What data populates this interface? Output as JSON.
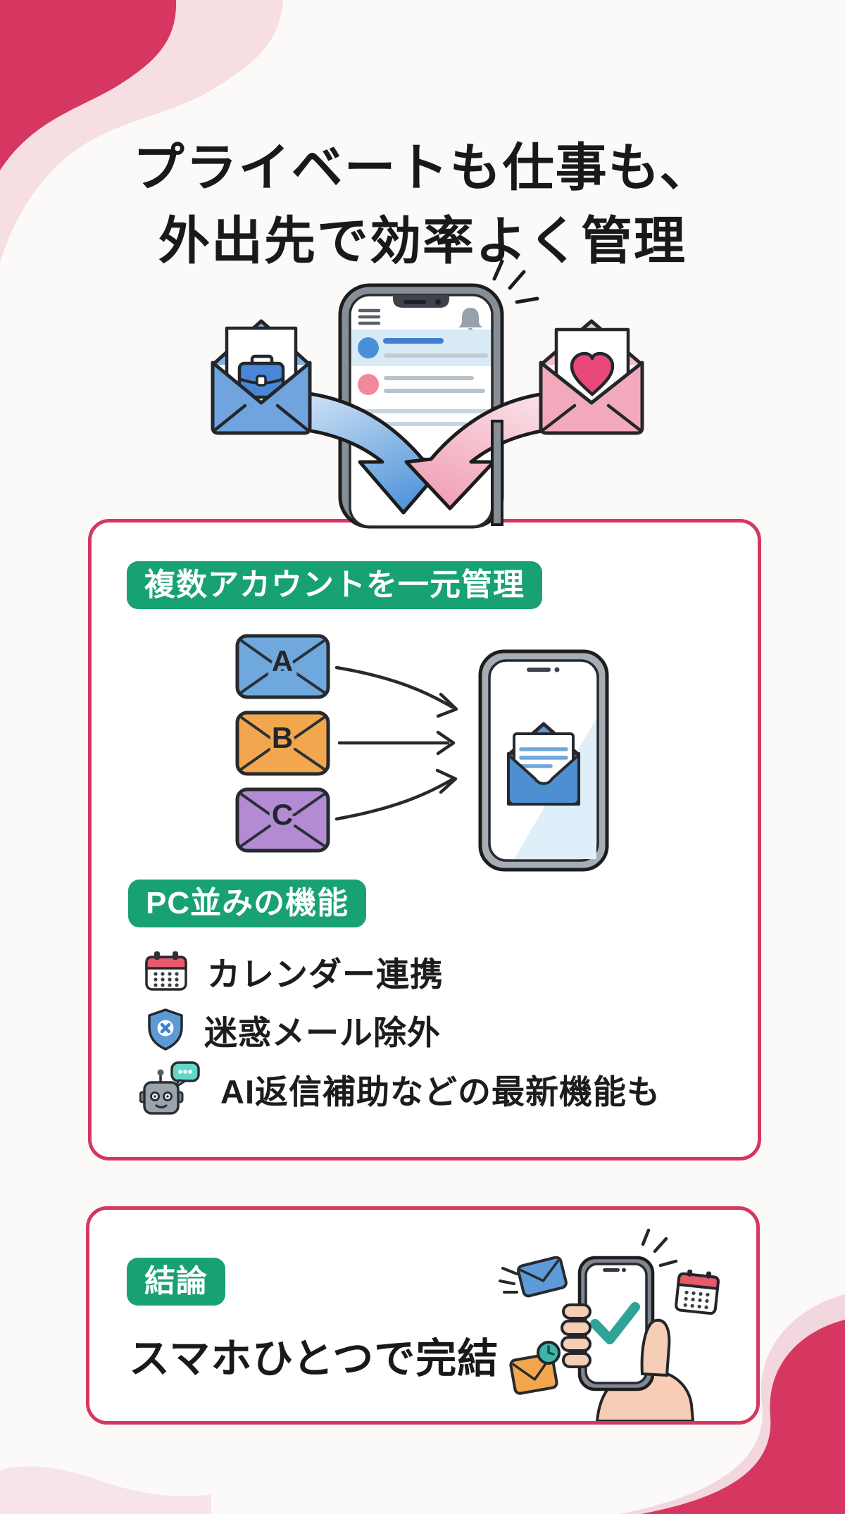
{
  "title": {
    "line1": "プライベートも仕事も、",
    "line2": "外出先で効率よく管理"
  },
  "card1": {
    "badge_accounts": "複数アカウントを一元管理",
    "accounts": [
      "A",
      "B",
      "C"
    ],
    "badge_features": "PC並みの機能",
    "features": [
      {
        "label": "カレンダー連携"
      },
      {
        "label": "迷惑メール除外"
      },
      {
        "label": "AI返信補助などの最新機能も"
      }
    ]
  },
  "card2": {
    "badge": "結論",
    "conclusion": "スマホひとつで完結"
  },
  "icons": [
    "briefcase-envelope-icon",
    "heart-envelope-icon",
    "smartphone-icon",
    "hamburger-menu-icon",
    "bell-icon",
    "inbox-envelope-icon",
    "calendar-icon",
    "shield-block-icon",
    "robot-icon",
    "speech-bubble-icon",
    "checkmark-phone-icon",
    "clock-icon",
    "hand-holding-phone"
  ],
  "colors": {
    "accent_red": "#D53760",
    "light_pink": "#F6DEE3",
    "badge_green": "#18A173",
    "envelope_blue": "#5E9AD8",
    "envelope_orange": "#F2A74F",
    "envelope_purple": "#B38BD5",
    "envelope_pink": "#F2A9BC",
    "heart_pink": "#E8487A",
    "teal_check": "#2FA396",
    "calendar_red": "#E8596A",
    "phone_gray": "#868E98",
    "skin": "#F7CDB5"
  }
}
